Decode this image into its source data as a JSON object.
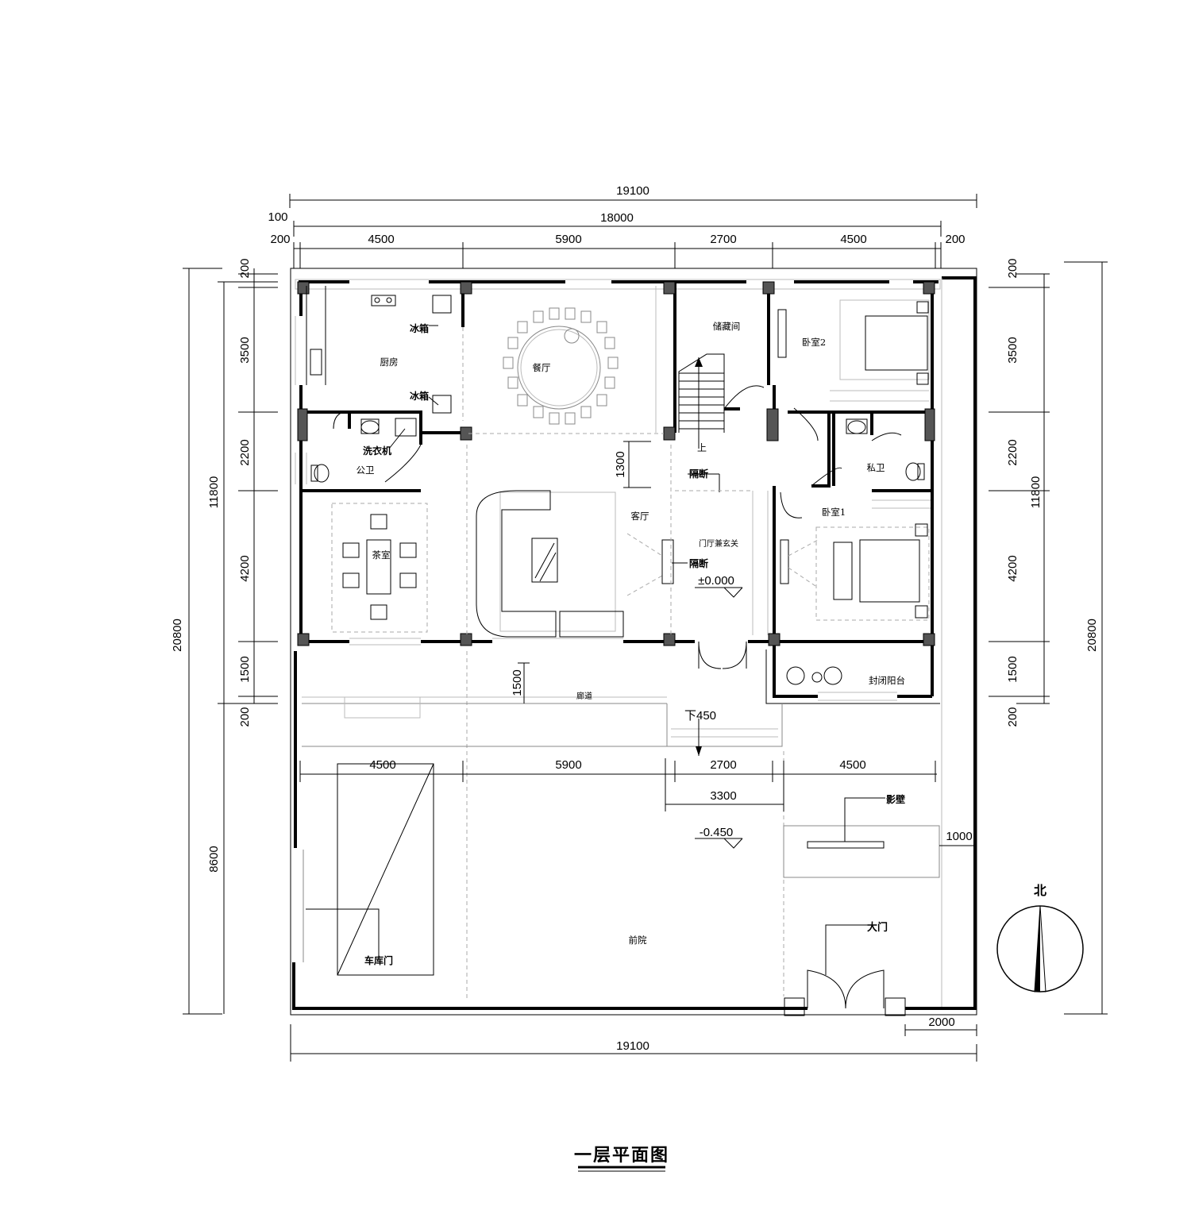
{
  "title": "一层平面图",
  "dimensions": {
    "top_total": "19100",
    "top_offset": "100",
    "top_inner": "18000",
    "top_left_edge": "200",
    "top_right_edge": "200",
    "top_bays": [
      "4500",
      "5900",
      "2700",
      "4500"
    ],
    "left_total": "20800",
    "left_inner": "11800",
    "left_segments": [
      "200",
      "3500",
      "2200",
      "4200",
      "1500",
      "200"
    ],
    "left_yard": "8600",
    "right_total": "20800",
    "right_inner": "11800",
    "right_segments": [
      "200",
      "3500",
      "2200",
      "4200",
      "1500",
      "200"
    ],
    "yard_bays": [
      "4500",
      "5900",
      "2700",
      "4500"
    ],
    "entry_width": "3300",
    "living_depth": "1300",
    "corridor_depth": "1500",
    "screen_wall_offset": "1000",
    "gate_offset": "2000",
    "bottom_total": "19100"
  },
  "rooms": {
    "kitchen": "厨房",
    "dining": "餐厅",
    "storage": "储藏间",
    "bedroom2": "卧室2",
    "public_bath": "公卫",
    "private_bath": "私卫",
    "bedroom1": "卧室1",
    "tea_room": "茶室",
    "living": "客厅",
    "foyer": "门厅兼玄关",
    "balcony": "封闭阳台",
    "corridor": "廊道",
    "front_yard": "前院"
  },
  "annotations": {
    "fridge_1": "冰箱",
    "fridge_2": "冰箱",
    "washer": "洗衣机",
    "partition_1": "隔断",
    "partition_2": "隔断",
    "stairs_up": "上",
    "step_down": "下450",
    "screen_wall": "影壁",
    "gate": "大门",
    "garage_door": "车库门",
    "north": "北"
  },
  "levels": {
    "floor": "±0.000",
    "yard": "-0.450"
  }
}
